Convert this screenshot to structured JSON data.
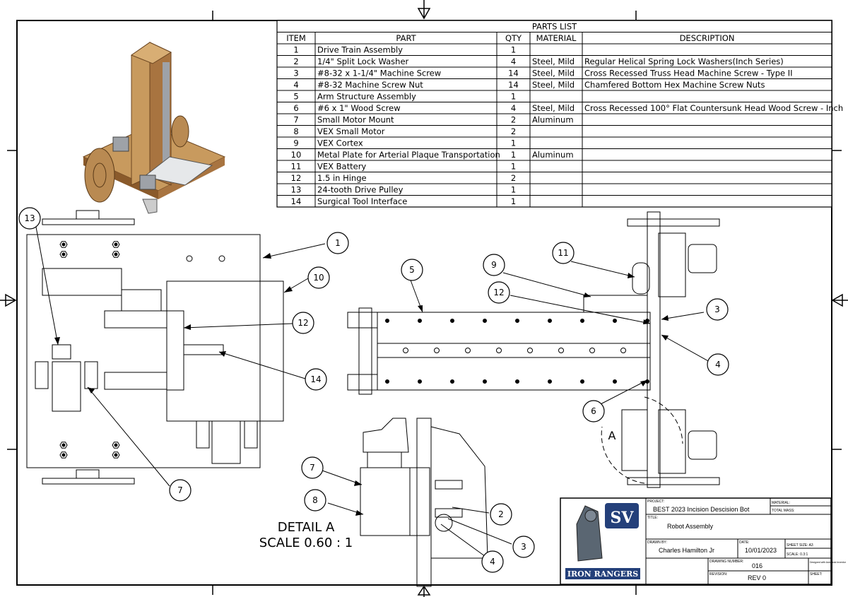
{
  "parts_list": {
    "title": "PARTS LIST",
    "headers": [
      "ITEM",
      "PART",
      "QTY",
      "MATERIAL",
      "DESCRIPTION"
    ],
    "rows": [
      [
        "1",
        "Drive Train Assembly",
        "1",
        "",
        ""
      ],
      [
        "2",
        "1/4\" Split Lock Washer",
        "4",
        "Steel, Mild",
        "Regular Helical Spring Lock Washers(Inch Series)"
      ],
      [
        "3",
        "#8-32 x 1-1/4\" Machine Screw",
        "14",
        "Steel, Mild",
        "Cross Recessed Truss Head Machine Screw - Type II"
      ],
      [
        "4",
        "#8-32 Machine Screw Nut",
        "14",
        "Steel, Mild",
        "Chamfered Bottom Hex Machine Screw Nuts"
      ],
      [
        "5",
        "Arm Structure Assembly",
        "1",
        "",
        ""
      ],
      [
        "6",
        "#6 x 1\" Wood Screw",
        "4",
        "Steel, Mild",
        "Cross Recessed 100° Flat Countersunk Head Wood Screw - Inch"
      ],
      [
        "7",
        "Small Motor Mount",
        "2",
        "Aluminum",
        ""
      ],
      [
        "8",
        "VEX Small Motor",
        "2",
        "",
        ""
      ],
      [
        "9",
        "VEX Cortex",
        "1",
        "",
        ""
      ],
      [
        "10",
        "Metal Plate for Arterial Plaque Transportation",
        "1",
        "Aluminum",
        ""
      ],
      [
        "11",
        "VEX Battery",
        "1",
        "",
        ""
      ],
      [
        "12",
        "1.5 in Hinge",
        "2",
        "",
        ""
      ],
      [
        "13",
        "24-tooth Drive Pulley",
        "1",
        "",
        ""
      ],
      [
        "14",
        "Surgical Tool Interface",
        "1",
        "",
        ""
      ]
    ]
  },
  "balloons": {
    "b1": "1",
    "b10": "10",
    "b12a": "12",
    "b14": "14",
    "b13": "13",
    "b7a": "7",
    "b5": "5",
    "b9": "9",
    "b11": "11",
    "b12b": "12",
    "b3a": "3",
    "b4a": "4",
    "b6": "6",
    "b7b": "7",
    "b8": "8",
    "b2": "2",
    "b3b": "3",
    "b4b": "4"
  },
  "detail": {
    "letter": "A",
    "label": "DETAIL  A",
    "scale": "SCALE 0.60 : 1"
  },
  "title_block": {
    "project_label": "PROJECT:",
    "project": "BEST 2023 Incision Descision Bot",
    "material_label": "MATERIAL:",
    "total_mass_label": "TOTAL MASS:",
    "title_label": "TITLE:",
    "title": "Robot Assembly",
    "drawn_by_label": "DRAWN BY:",
    "drawn_by": "Charles Hamilton Jr",
    "date_label": "DATE:",
    "date": "10/01/2023",
    "sheet_size": "SHEET SIZE: A3",
    "scale": "SCALE: 0.3:1",
    "drawing_number_label": "DRAWING NUMBER:",
    "drawing_number": "016",
    "designed_with": "Designed with Autodesk Inventor",
    "revision_label": "REVISION:",
    "revision": "REV 0",
    "sheet_label": "SHEET:",
    "logo_letters": "SV",
    "logo_text": "IRON RANGERS"
  },
  "colors": {
    "line": "#000000",
    "wood": "#c89a5e",
    "wood_dark": "#8a5a2b",
    "plate": "#d6d8dc",
    "logo_blue": "#24407a"
  }
}
